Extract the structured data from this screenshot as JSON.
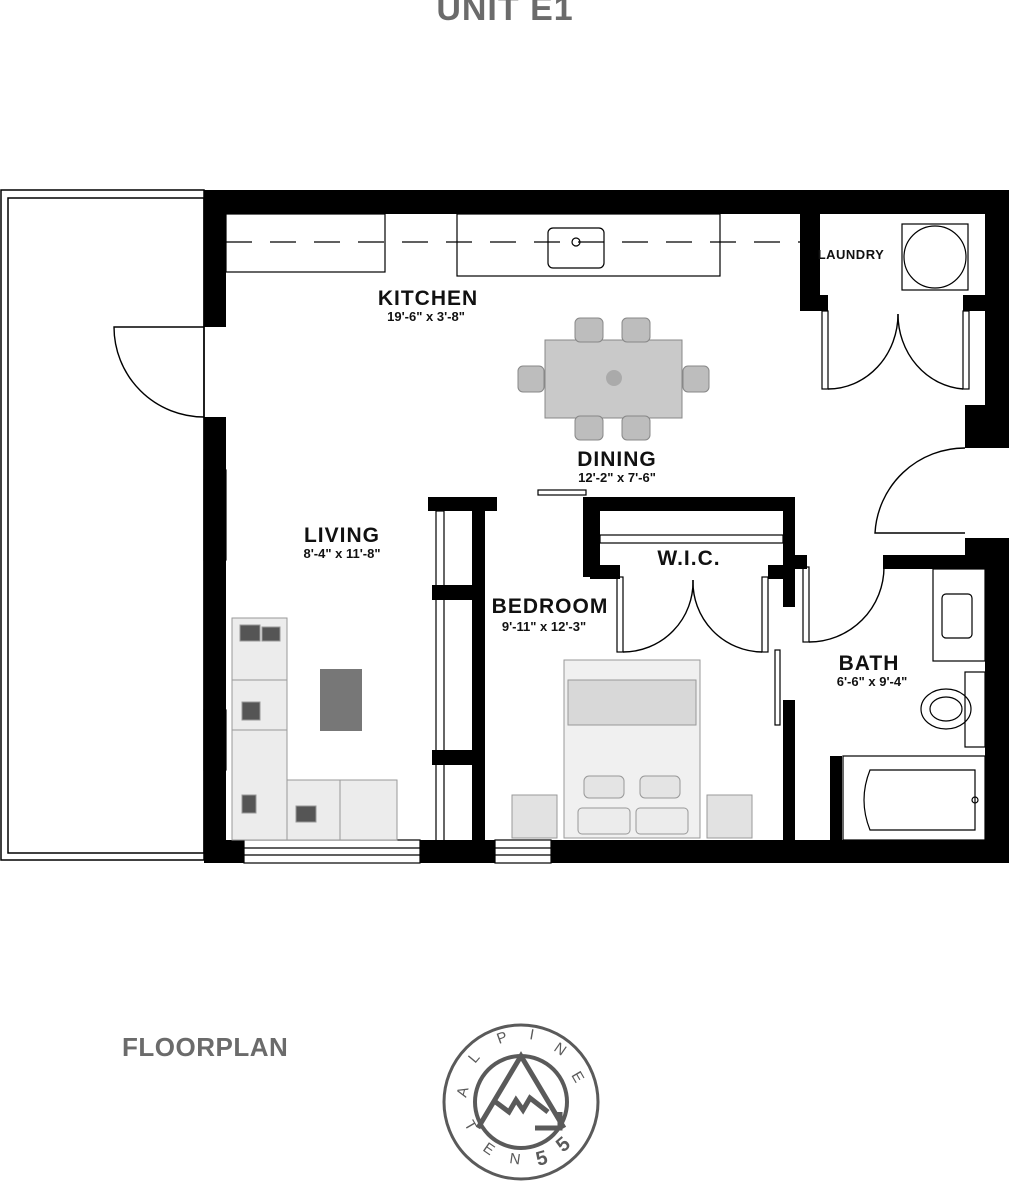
{
  "header": {
    "title": "UNIT E1"
  },
  "footer": {
    "label": "FLOORPLAN"
  },
  "rooms": {
    "kitchen": {
      "name": "KITCHEN",
      "dims": "19'-6\" x 3'-8\""
    },
    "dining": {
      "name": "DINING",
      "dims": "12'-2\" x 7'-6\""
    },
    "living": {
      "name": "LIVING",
      "dims": "8'-4\" x 11'-8\""
    },
    "bedroom": {
      "name": "BEDROOM",
      "dims": "9'-11\" x 12'-3\""
    },
    "wic": {
      "name": "W.I.C."
    },
    "bath": {
      "name": "BATH",
      "dims": "6'-6\" x 9'-4\""
    },
    "laundry": {
      "name": "LAUNDRY"
    }
  },
  "logo": {
    "top_letters": [
      "A",
      "L",
      "P",
      "I",
      "N",
      "E"
    ],
    "bottom_letters": [
      "T",
      "E",
      "N"
    ],
    "bottom_digits": [
      "5",
      "5"
    ]
  },
  "colors": {
    "wall": "#000000",
    "label_gray": "#6b6b6b",
    "furniture": "#c8c8c8"
  }
}
